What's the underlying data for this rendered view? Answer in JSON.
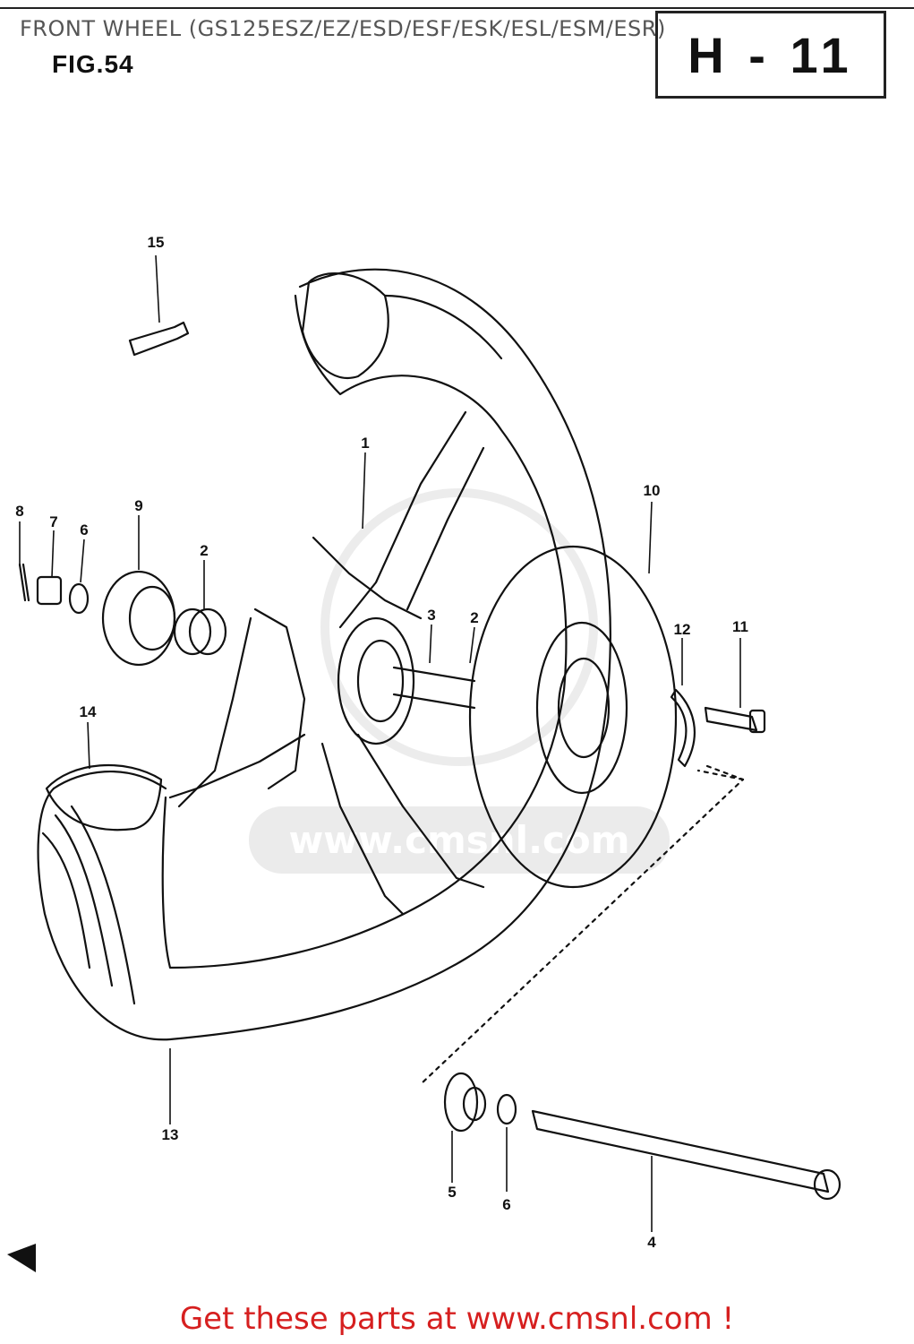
{
  "header": {
    "title": "FRONT WHEEL (GS125ESZ/EZ/ESD/ESF/ESK/ESL/ESM/ESR)",
    "figure": "FIG.54",
    "page_code": "H - 11"
  },
  "callouts": [
    {
      "id": "c15",
      "label": "15"
    },
    {
      "id": "c1",
      "label": "1"
    },
    {
      "id": "c8",
      "label": "8"
    },
    {
      "id": "c7",
      "label": "7"
    },
    {
      "id": "c6a",
      "label": "6"
    },
    {
      "id": "c9",
      "label": "9"
    },
    {
      "id": "c2a",
      "label": "2"
    },
    {
      "id": "c3",
      "label": "3"
    },
    {
      "id": "c2b",
      "label": "2"
    },
    {
      "id": "c10",
      "label": "10"
    },
    {
      "id": "c12",
      "label": "12"
    },
    {
      "id": "c11",
      "label": "11"
    },
    {
      "id": "c14",
      "label": "14"
    },
    {
      "id": "c13",
      "label": "13"
    },
    {
      "id": "c5",
      "label": "5"
    },
    {
      "id": "c6b",
      "label": "6"
    },
    {
      "id": "c4",
      "label": "4"
    }
  ],
  "watermark": "www.cmsnl.com",
  "footer": {
    "text": "Get these parts at www.cmsnl.com !",
    "color": "#d61f1f"
  }
}
